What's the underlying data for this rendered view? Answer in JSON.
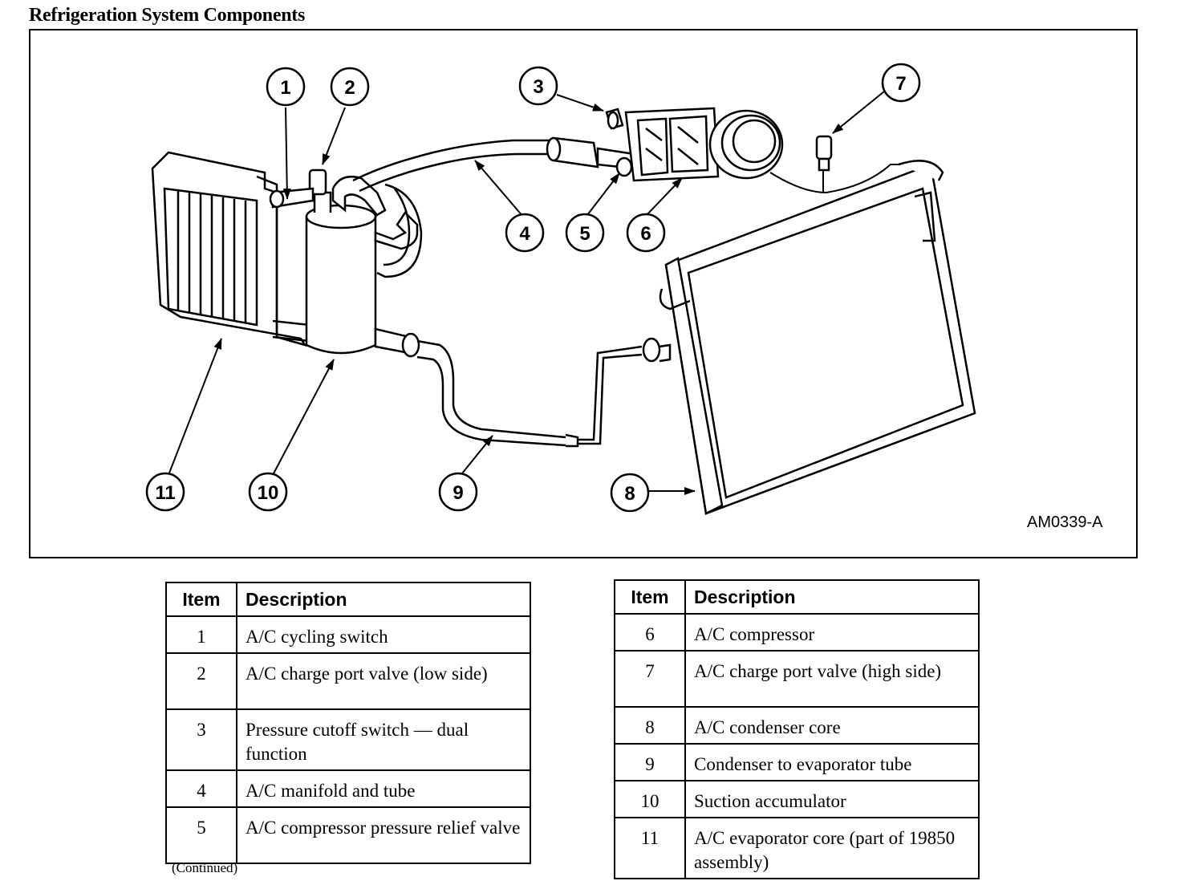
{
  "title": "Refrigeration System Components",
  "figure": {
    "code": "AM0339-A",
    "callouts": [
      "1",
      "2",
      "3",
      "4",
      "5",
      "6",
      "7",
      "8",
      "9",
      "10",
      "11"
    ]
  },
  "tables": [
    {
      "headers": {
        "item": "Item",
        "description": "Description"
      },
      "rows": [
        {
          "item": "1",
          "description": "A/C cycling switch"
        },
        {
          "item": "2",
          "description": "A/C charge port valve (low side)"
        },
        {
          "item": "3",
          "description": "Pressure cutoff switch — dual function"
        },
        {
          "item": "4",
          "description": "A/C manifold and tube"
        },
        {
          "item": "5",
          "description": "A/C compressor pressure relief valve"
        }
      ]
    },
    {
      "headers": {
        "item": "Item",
        "description": "Description"
      },
      "rows": [
        {
          "item": "6",
          "description": "A/C compressor"
        },
        {
          "item": "7",
          "description": "A/C charge port valve (high side)"
        },
        {
          "item": "8",
          "description": "A/C condenser core"
        },
        {
          "item": "9",
          "description": "Condenser to evaporator tube"
        },
        {
          "item": "10",
          "description": "Suction accumulator"
        },
        {
          "item": "11",
          "description": "A/C evaporator core (part of 19850 assembly)"
        }
      ]
    }
  ],
  "footnote": "(Continued)"
}
